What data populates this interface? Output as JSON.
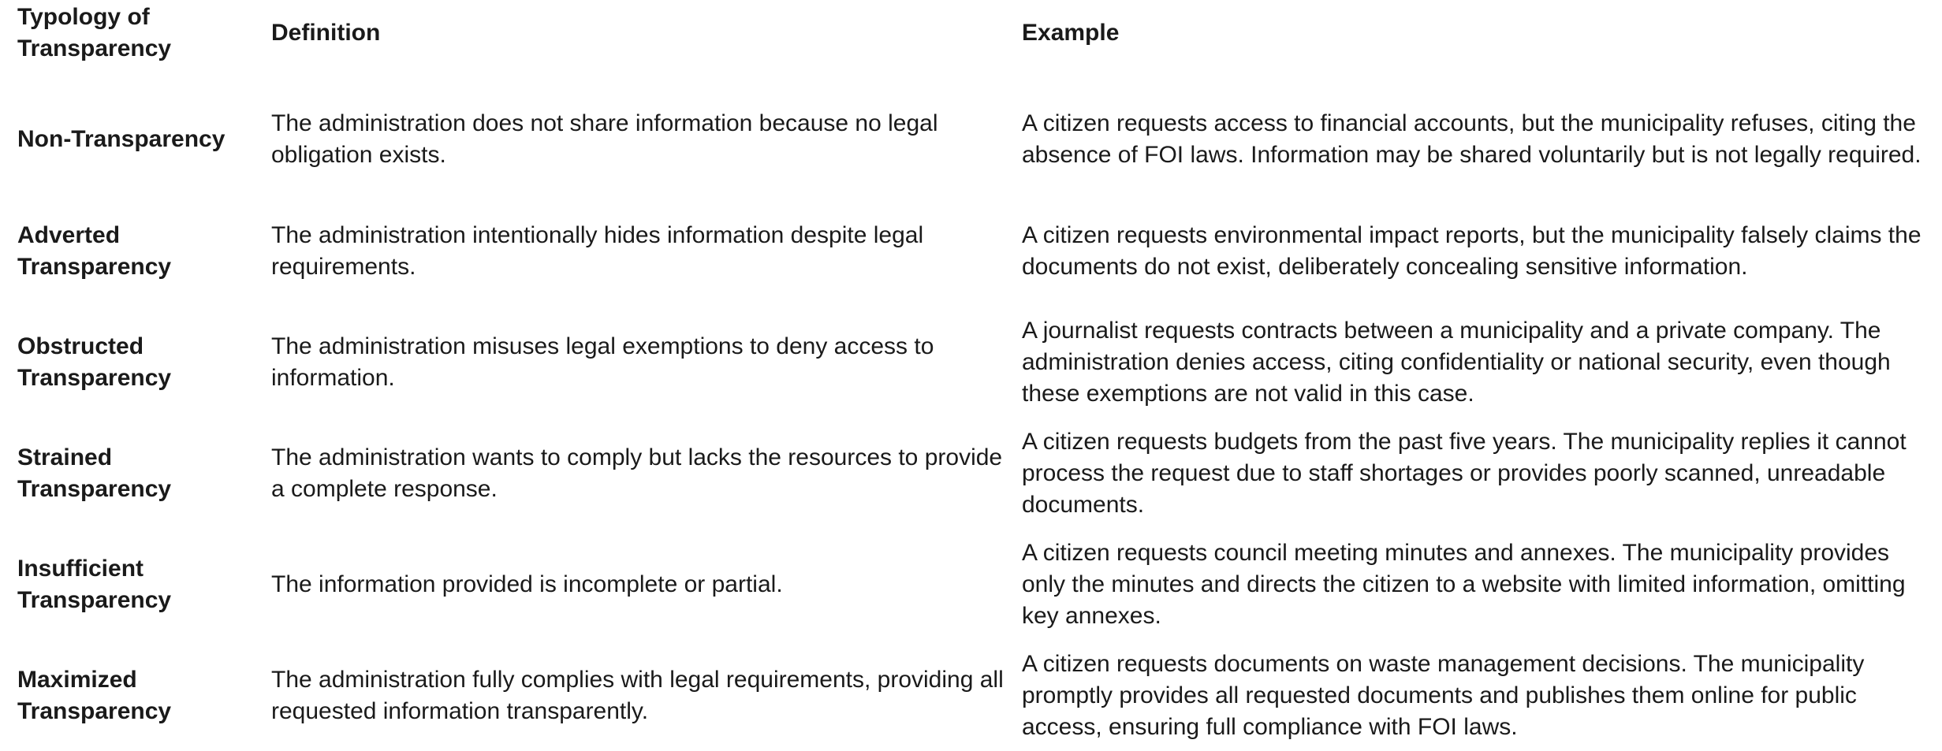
{
  "headers": {
    "typology": "Typology of Transparency",
    "definition": "Definition",
    "example": "Example"
  },
  "rows": [
    {
      "type": "Non-Transparency",
      "definition": "The administration does not share information because no legal obligation exists.",
      "example": "A citizen requests access to financial accounts, but the municipality refuses, citing the absence of FOI laws. Information may be shared voluntarily but is not legally required."
    },
    {
      "type": "Adverted Transparency",
      "definition": "The administration intentionally hides information despite legal requirements.",
      "example": "A citizen requests environmental impact reports, but the municipality falsely claims the documents do not exist, deliberately concealing sensitive information."
    },
    {
      "type": "Obstructed Transparency",
      "definition": "The administration misuses legal exemptions to deny access to information.",
      "example": "A journalist requests contracts between a municipality and a private company. The administration denies access, citing confidentiality or national security, even though these exemptions are not valid in this case."
    },
    {
      "type": "Strained Transparency",
      "definition": "The administration wants to comply but lacks the resources to provide a complete response.",
      "example": "A citizen requests budgets from the past five years. The municipality replies it cannot process the request due to staff shortages or provides poorly scanned, unreadable documents."
    },
    {
      "type": "Insufficient Transparency",
      "definition": "The information provided is incomplete or partial.",
      "example": "A citizen requests council meeting minutes and annexes. The municipality provides only the minutes and directs the citizen to a website with limited information, omitting key annexes."
    },
    {
      "type": "Maximized Transparency",
      "definition": "The administration fully complies with legal requirements, providing all requested information transparently.",
      "example": "A citizen requests documents on waste management decisions. The municipality promptly provides all requested documents and publishes them online for public access, ensuring full compliance with FOI laws."
    }
  ]
}
